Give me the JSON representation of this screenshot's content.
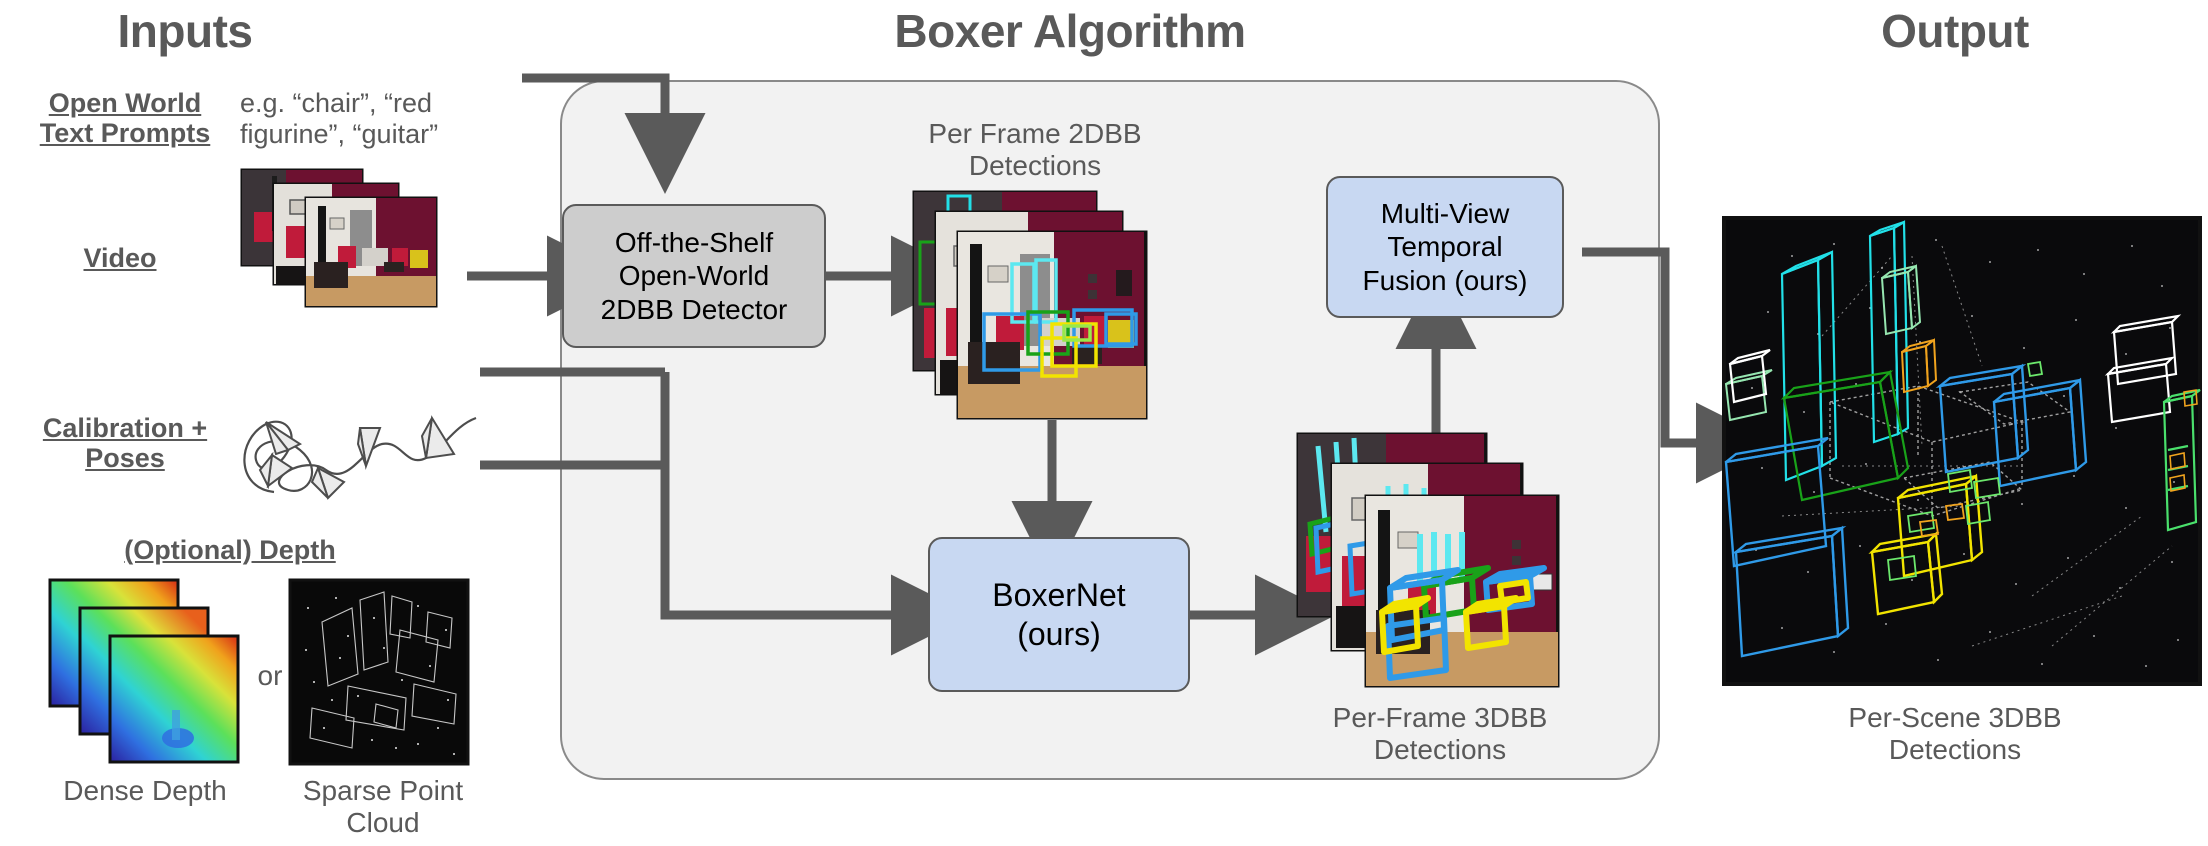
{
  "sections": {
    "inputs_title": "Inputs",
    "algorithm_title": "Boxer Algorithm",
    "output_title": "Output"
  },
  "inputs": {
    "prompts_label": "Open World\nText Prompts",
    "prompts_example": "e.g. “chair”, “red\nfigurine”, “guitar”",
    "video_label": "Video",
    "calibration_label": "Calibration +\nPoses",
    "depth_label": "(Optional) Depth",
    "dense_depth_caption": "Dense Depth",
    "or_label": "or",
    "sparse_caption": "Sparse Point\nCloud"
  },
  "algorithm": {
    "detector_box": "Off-the-Shelf\nOpen-World\n2DBB Detector",
    "boxernet_box": "BoxerNet\n(ours)",
    "fusion_box": "Multi-View\nTemporal\nFusion (ours)",
    "per_frame_2dbb_caption": "Per Frame 2DBB\nDetections",
    "per_frame_3dbb_caption": "Per-Frame 3DBB\nDetections"
  },
  "output": {
    "caption": "Per-Scene 3DBB\nDetections"
  },
  "colors": {
    "text_gray": "#595959",
    "panel_fill": "#f2f2f2",
    "panel_stroke": "#8a8a8a",
    "node_gray_fill": "#cdcdcd",
    "node_blue_fill": "#c8d8f2",
    "node_stroke": "#5a5a5a",
    "arrow": "#5a5a5a",
    "box_cyan": "#22e0e8",
    "box_blue": "#2f9ae8",
    "box_green": "#19a219",
    "box_yellow": "#f2e400",
    "box_orange": "#f0a31e",
    "box_white": "#ffffff"
  }
}
